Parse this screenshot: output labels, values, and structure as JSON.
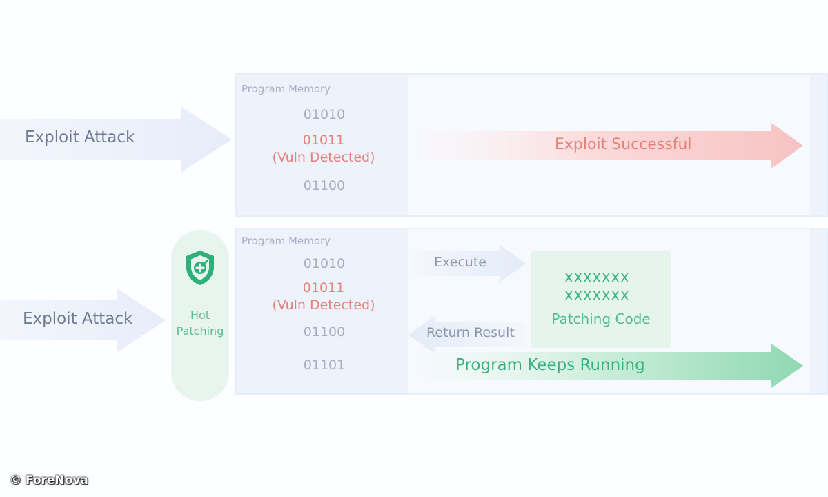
{
  "top_row": {
    "attack_label": "Exploit Attack",
    "memory_title": "Program Memory",
    "memory_values": [
      "01010",
      "01100"
    ],
    "vuln_code": "01011",
    "vuln_note": "(Vuln Detected)",
    "result_label": "Exploit Successful"
  },
  "bottom_row": {
    "attack_label": "Exploit Attack",
    "hot_patching": [
      "Hot",
      "Patching"
    ],
    "memory_title": "Program Memory",
    "memory_values": [
      "01010",
      "01100",
      "01101"
    ],
    "vuln_code": "01011",
    "vuln_note": "(Vuln Detected)",
    "execute_label": "Execute",
    "return_label": "Return Result",
    "patch_lines": [
      "XXXXXXX",
      "XXXXXXX"
    ],
    "patch_label": "Patching Code",
    "keeps_running_label": "Program Keeps Running"
  },
  "icons": {
    "shield": "shield-plus-icon"
  },
  "colors": {
    "danger": "#e6807a",
    "success": "#39b37d",
    "muted": "#a7afbd",
    "attack_text": "#6f7c92"
  },
  "credit": "© ForeNova"
}
